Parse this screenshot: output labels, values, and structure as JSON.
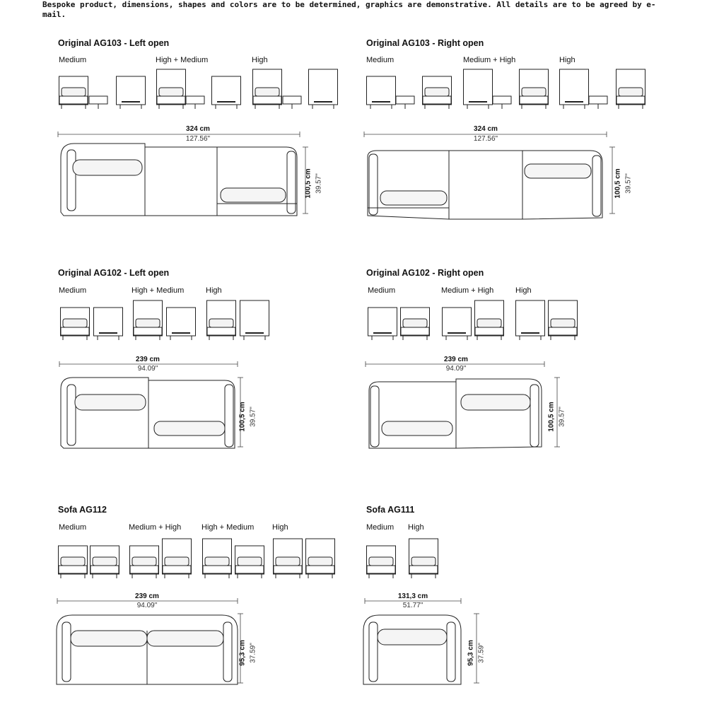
{
  "disclaimer": "Bespoke product, dimensions, shapes and colors are to be determined, graphics are demonstrative. All details are to be agreed by e-mail.",
  "sections": [
    {
      "title": "Original AG103 - Left open",
      "variants": [
        "Medium",
        "High + Medium",
        "High"
      ],
      "width_cm": "324 cm",
      "width_in": "127.56\"",
      "depth_cm": "100,5 cm",
      "depth_in": "39.57\""
    },
    {
      "title": "Original AG103 - Right open",
      "variants": [
        "Medium",
        "Medium + High",
        "High"
      ],
      "width_cm": "324 cm",
      "width_in": "127.56\"",
      "depth_cm": "100,5 cm",
      "depth_in": "39.57\""
    },
    {
      "title": "Original AG102 - Left open",
      "variants": [
        "Medium",
        "High + Medium",
        "High"
      ],
      "width_cm": "239 cm",
      "width_in": "94.09\"",
      "depth_cm": "100,5 cm",
      "depth_in": "39.57\""
    },
    {
      "title": "Original AG102 - Right open",
      "variants": [
        "Medium",
        "Medium + High",
        "High"
      ],
      "width_cm": "239 cm",
      "width_in": "94.09\"",
      "depth_cm": "100,5 cm",
      "depth_in": "39.57\""
    },
    {
      "title": "Sofa AG112",
      "variants": [
        "Medium",
        "Medium + High",
        "High + Medium",
        "High"
      ],
      "width_cm": "239 cm",
      "width_in": "94.09\"",
      "depth_cm": "95,3 cm",
      "depth_in": "37.59\""
    },
    {
      "title": "Sofa AG111",
      "variants": [
        "Medium",
        "High"
      ],
      "width_cm": "131,3 cm",
      "width_in": "51.77\"",
      "depth_cm": "95,3 cm",
      "depth_in": "37.59\""
    }
  ]
}
